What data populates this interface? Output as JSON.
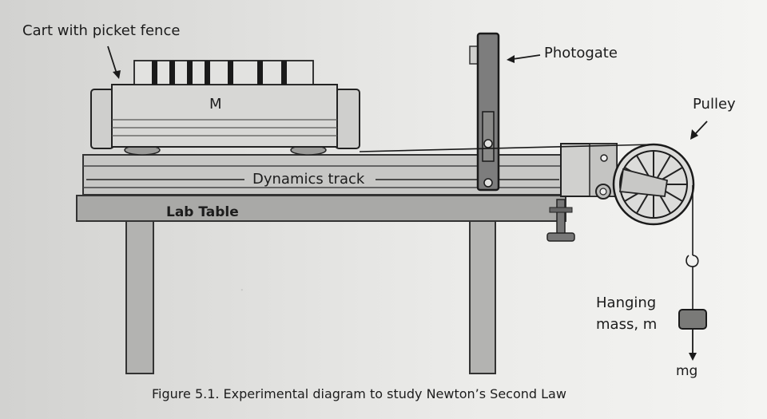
{
  "labels": {
    "cart": "Cart with picket fence",
    "mass_big": "M",
    "photogate": "Photogate",
    "pulley": "Pulley",
    "track": "Dynamics track",
    "table": "Lab Table",
    "hanging_line1": "Hanging",
    "hanging_line2": "mass, m",
    "weight": "mg",
    "caption": "Figure 5.1. Experimental diagram to study Newton’s Second Law"
  },
  "colors": {
    "paper": "#e9e9e7",
    "ink": "#1c1c1c",
    "device_gray": "#7d7d7d",
    "table_gray": "#a9a9a7"
  }
}
